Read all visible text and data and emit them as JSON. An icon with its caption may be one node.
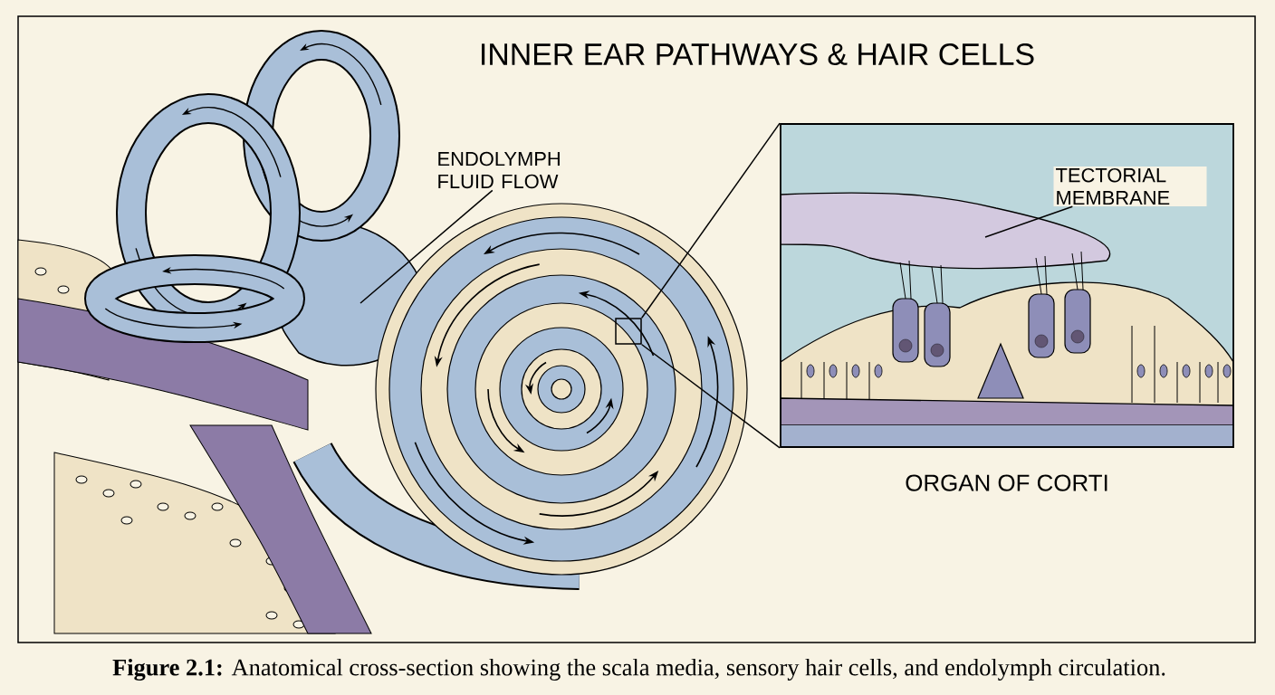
{
  "diagram": {
    "title": "INNER EAR PATHWAYS & HAIR CELLS",
    "caption": "**Figure 2.1:** Anatomical cross-section showing the scala media, sensory hair cells, and endolymph circulation.",
    "nodes": [
      {
        "text": [
          "ENDOLYMPH FLUID FLOW"
        ]
      },
      {
        "text": [
          "ORGAN OF CORTI"
        ]
      },
      {
        "text": [
          "TECTORIAL MEMBRANE"
        ],
        "in": 1
      },
      {
        "text": [],
        "shape": "box"
      }
    ],
    "edges": [
      {
        "from": 0,
        "to": null,
        "arrow": "none"
      },
      {
        "from": 2,
        "to": null,
        "arrow": "none"
      },
      {
        "from": 3,
        "to": 1,
        "arrow": "none"
      },
      {
        "from": 3,
        "to": 1,
        "arrow": "none"
      }
    ]
  }
}
